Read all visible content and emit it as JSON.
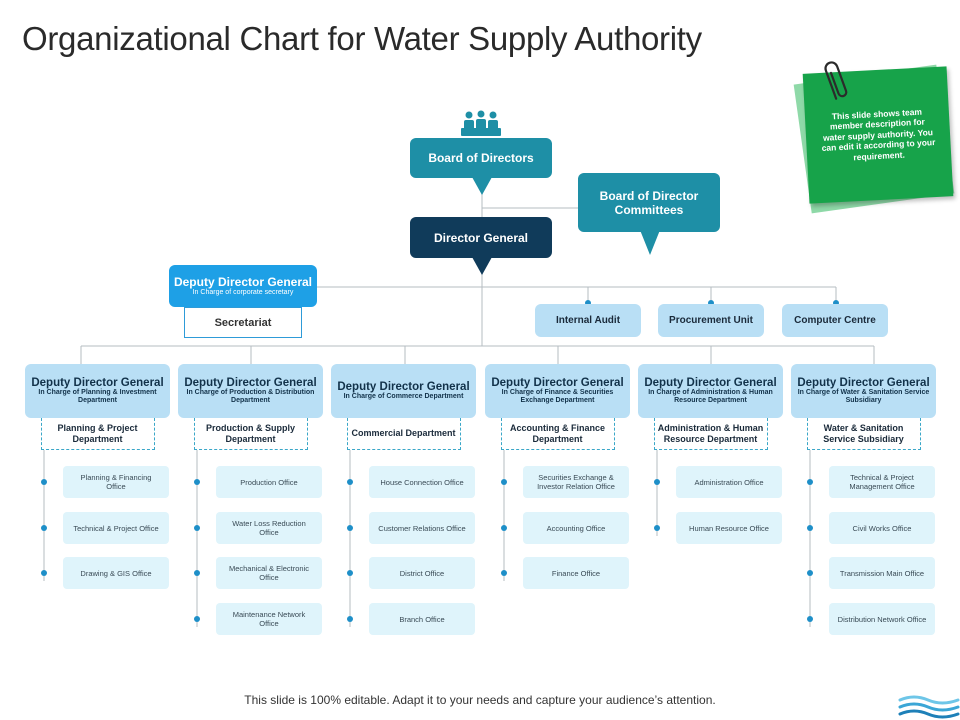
{
  "title": "Organizational Chart for Water Supply Authority",
  "note": "This slide shows team member description for water supply authority. You can edit it according to your requirement.",
  "footer": "This slide is 100% editable. Adapt it to your needs and capture your audience’s attention.",
  "board": "Board of Directors",
  "committees": "Board of Director Committees",
  "director_general": "Director General",
  "ddg_corporate": {
    "title": "Deputy Director General",
    "sub": "In Charge of corporate secretary"
  },
  "secretariat": "Secretariat",
  "units": [
    "Internal Audit",
    "Procurement Unit",
    "Computer Centre"
  ],
  "departments": [
    {
      "title": "Deputy Director General",
      "sub": "In Charge of Planning & Investment Department",
      "dept": "Planning & Project Department",
      "offices": [
        "Planning & Financing Office",
        "Technical & Project Office",
        "Drawing & GIS Office"
      ]
    },
    {
      "title": "Deputy Director General",
      "sub": "In Charge of Production & Distribution Department",
      "dept": "Production & Supply Department",
      "offices": [
        "Production Office",
        "Water Loss Reduction Office",
        "Mechanical & Electronic Office",
        "Maintenance Network Office"
      ]
    },
    {
      "title": "Deputy Director General",
      "sub": "In Charge of Commerce Department",
      "dept": "Commercial Department",
      "offices": [
        "House Connection Office",
        "Customer Relations Office",
        "District Office",
        "Branch Office"
      ]
    },
    {
      "title": "Deputy Director General",
      "sub": "In Charge of Finance & Securities Exchange Department",
      "dept": "Accounting & Finance Department",
      "offices": [
        "Securities Exchange & Investor Relation Office",
        "Accounting Office",
        "Finance Office"
      ]
    },
    {
      "title": "Deputy Director General",
      "sub": "In Charge of Administration & Human Resource Department",
      "dept": "Administration & Human Resource Department",
      "offices": [
        "Administration Office",
        "Human Resource Office"
      ]
    },
    {
      "title": "Deputy Director General",
      "sub": "In Charge of Water & Sanitation Service Subsidiary",
      "dept": "Water & Sanitation Service Subsidiary",
      "offices": [
        "Technical & Project Management Office",
        "Civil Works Office",
        "Transmission Main Office",
        "Distribution Network Office"
      ]
    }
  ],
  "icons": {
    "people": "people-group-icon",
    "paperclip": "paperclip-icon",
    "waves": "water-waves-icon"
  },
  "colors": {
    "teal": "#1e8fa6",
    "dark": "#103b5a",
    "blue": "#1ea0e6",
    "light": "#b9dff5",
    "pale": "#dff4fb",
    "note": "#17a34a"
  }
}
